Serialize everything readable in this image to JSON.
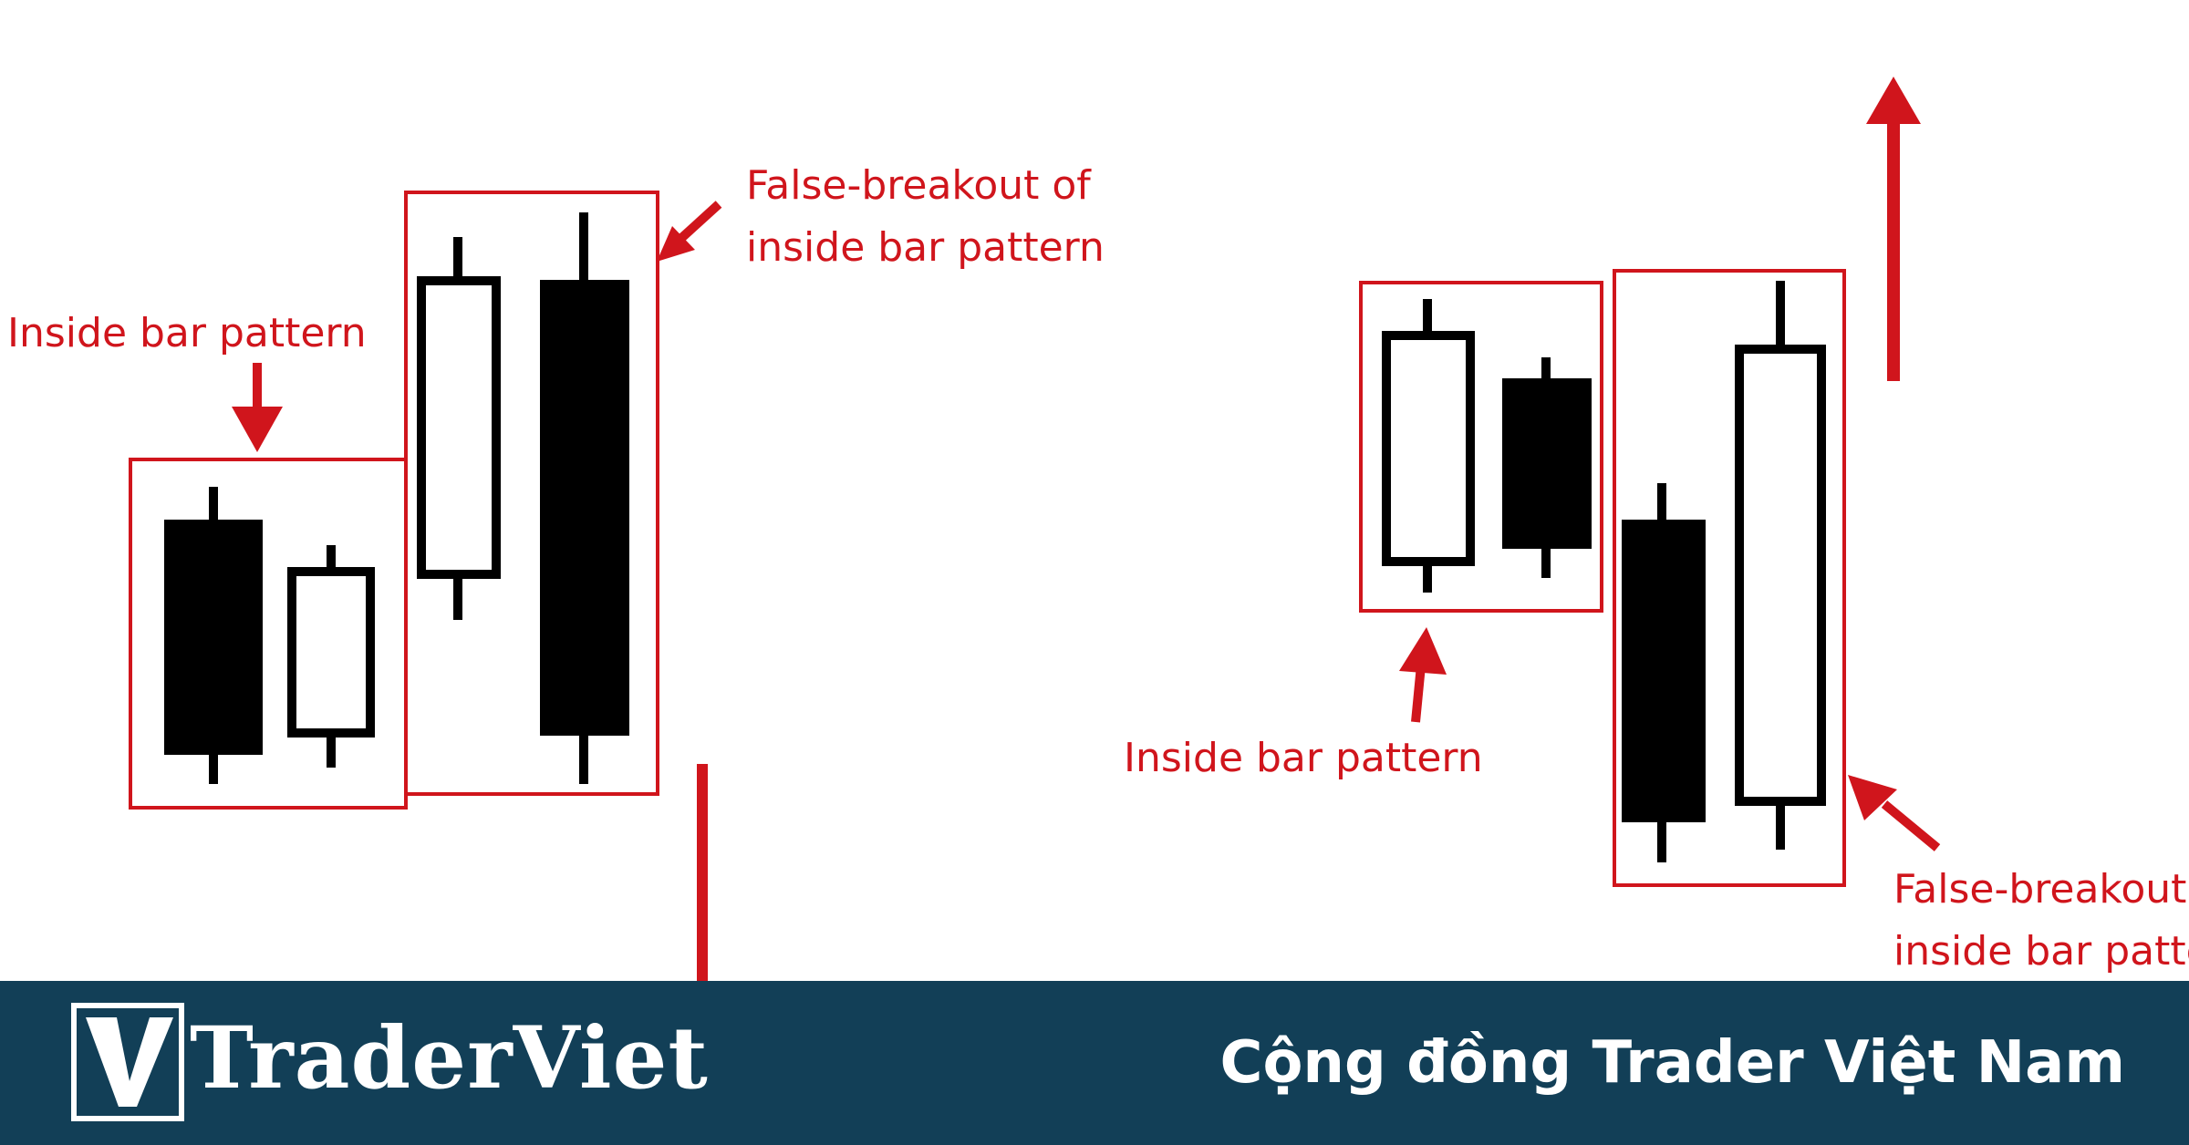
{
  "colors": {
    "accent": "#d0151c",
    "candle": "#000000",
    "footer_bg": "#123f57",
    "footer_text": "#ffffff"
  },
  "left_panel": {
    "inside_bar_label": "Inside bar pattern",
    "false_breakout_label": [
      "False-breakout of",
      "inside bar pattern"
    ]
  },
  "right_panel": {
    "inside_bar_label": "Inside bar pattern",
    "false_breakout_label": [
      "False-breakout of",
      "inside bar pattern"
    ]
  },
  "footer": {
    "logo_letter": "V",
    "brand_name": "TraderViet",
    "tagline": "Cộng đồng Trader Việt Nam"
  }
}
